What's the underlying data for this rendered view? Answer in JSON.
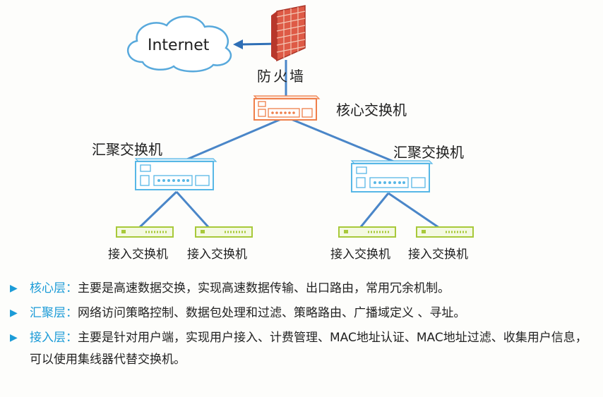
{
  "diagram": {
    "internet_label": "Internet",
    "firewall_label": "防火墙",
    "core_label": "核心交换机",
    "agg_left_label": "汇聚交换机",
    "agg_right_label": "汇聚交换机",
    "access_labels": [
      "接入交换机",
      "接入交换机",
      "接入交换机",
      "接入交换机"
    ]
  },
  "bullets": [
    {
      "term": "核心层",
      "colon": "：",
      "text": "主要是高速数据交换，实现高速数据传输、出口路由，常用冗余机制。"
    },
    {
      "term": "汇聚层",
      "colon": "：",
      "text": "网络访问策略控制、数据包处理和过滤、策略路由、广播域定义 、寻址。"
    },
    {
      "term": "接入层",
      "colon": "：",
      "text": "主要是针对用户端，实现用户接入、计费管理、MAC地址认证、MAC地址过滤、收集用户信息，可以使用集线器代替交换机。"
    }
  ],
  "colors": {
    "link": "#4a86c8",
    "core_device": "#ef7f4a",
    "agg_device": "#57b7e6",
    "access_device": "#a8c93a",
    "firewall": "#d9493c",
    "accent": "#1b9bd7"
  }
}
